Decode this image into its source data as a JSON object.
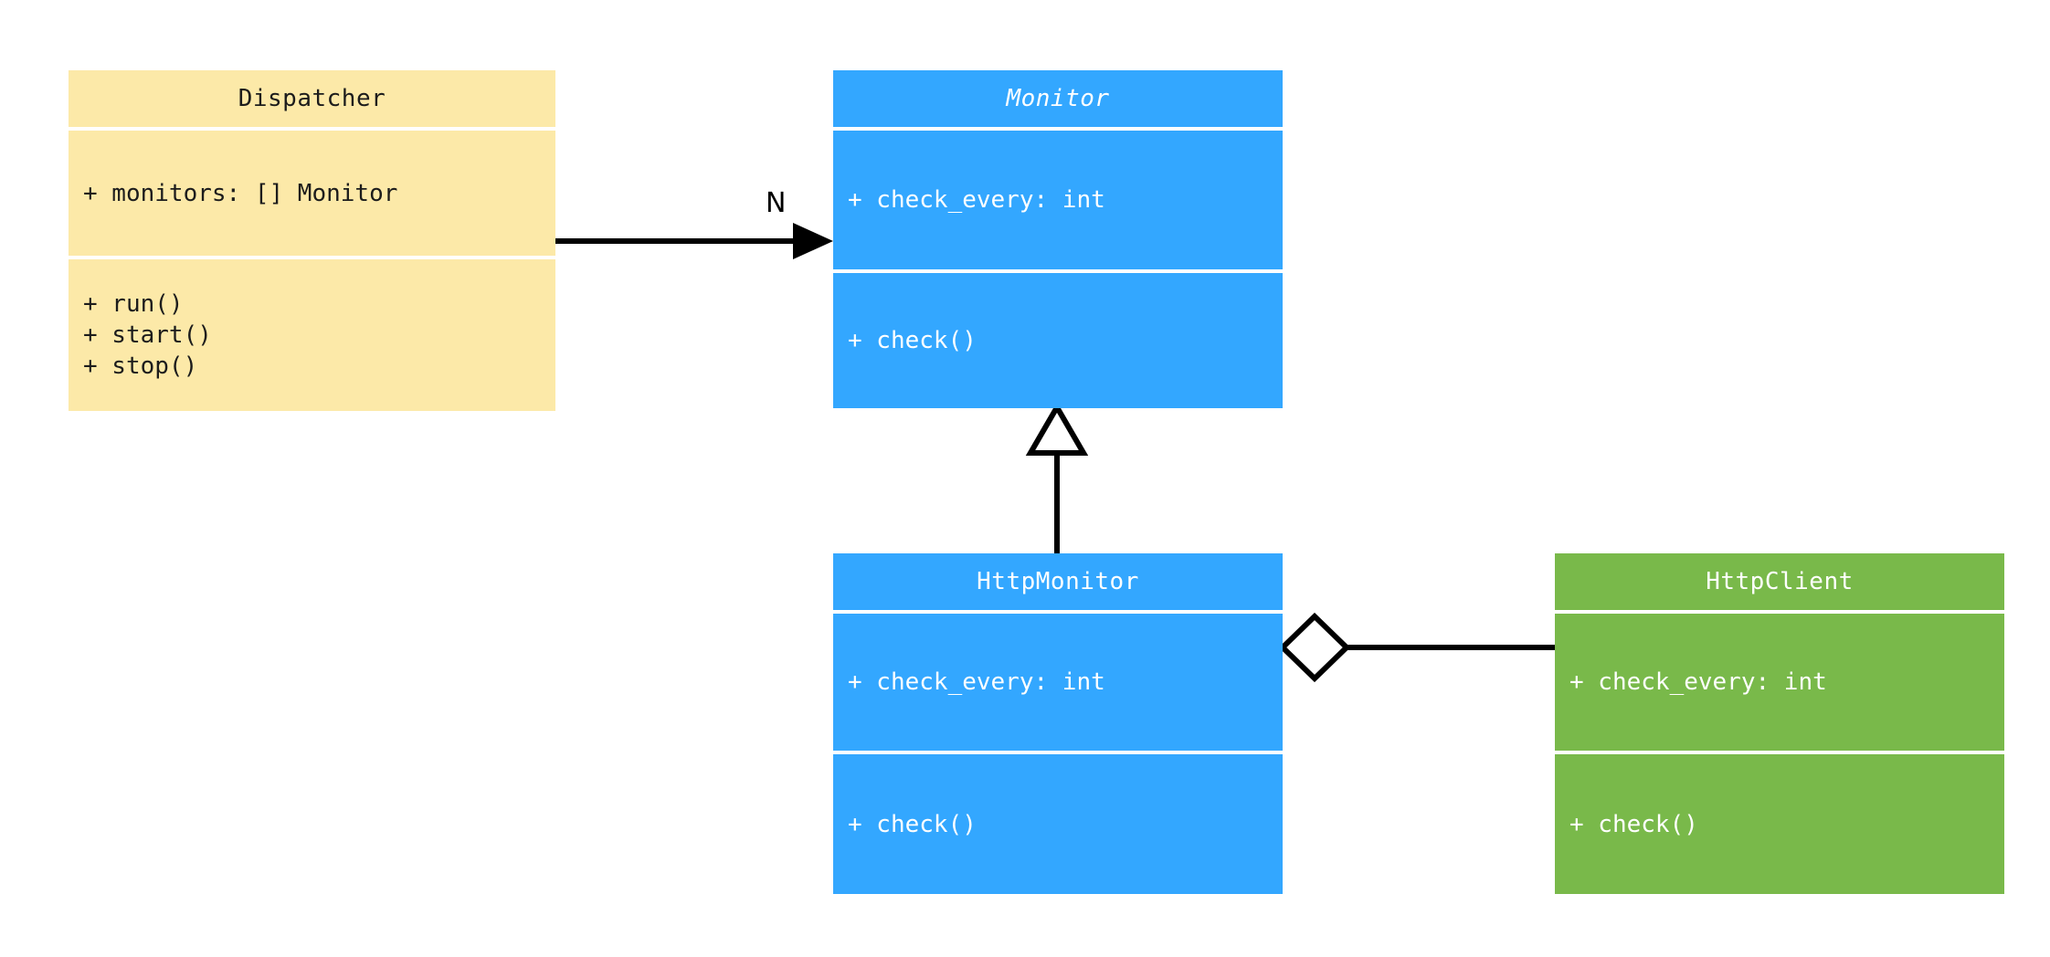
{
  "diagram": {
    "type": "uml-class-diagram",
    "background": "#ffffff"
  },
  "palette": {
    "yellow": "#fce9a8",
    "blue": "#33a7ff",
    "green": "#79b94a",
    "line": "#000000",
    "dark_text": "#1c1c1c",
    "light_text": "#ffffff"
  },
  "classes": {
    "dispatcher": {
      "name": "Dispatcher",
      "abstract": false,
      "color": "#fce9a8",
      "attributes": [
        "+ monitors: [] Monitor"
      ],
      "methods": [
        "+ run()",
        "+ start()",
        "+ stop()"
      ]
    },
    "monitor": {
      "name": "Monitor",
      "abstract": true,
      "color": "#33a7ff",
      "attributes": [
        "+ check_every: int"
      ],
      "methods": [
        "+ check()"
      ]
    },
    "http_monitor": {
      "name": "HttpMonitor",
      "abstract": false,
      "color": "#33a7ff",
      "attributes": [
        "+ check_every: int"
      ],
      "methods": [
        "+ check()"
      ]
    },
    "http_client": {
      "name": "HttpClient",
      "abstract": false,
      "color": "#79b94a",
      "attributes": [
        "+ check_every: int"
      ],
      "methods": [
        "+ check()"
      ]
    }
  },
  "relationships": {
    "dispatcher_to_monitor": {
      "kind": "association",
      "from": "Dispatcher",
      "to": "Monitor",
      "label": "N",
      "arrowhead": "filled-triangle"
    },
    "http_monitor_to_monitor": {
      "kind": "generalization",
      "from": "HttpMonitor",
      "to": "Monitor",
      "label": "",
      "arrowhead": "hollow-triangle"
    },
    "http_monitor_to_http_client": {
      "kind": "aggregation",
      "from": "HttpMonitor",
      "to": "HttpClient",
      "label": "",
      "arrowhead": "hollow-diamond"
    }
  }
}
